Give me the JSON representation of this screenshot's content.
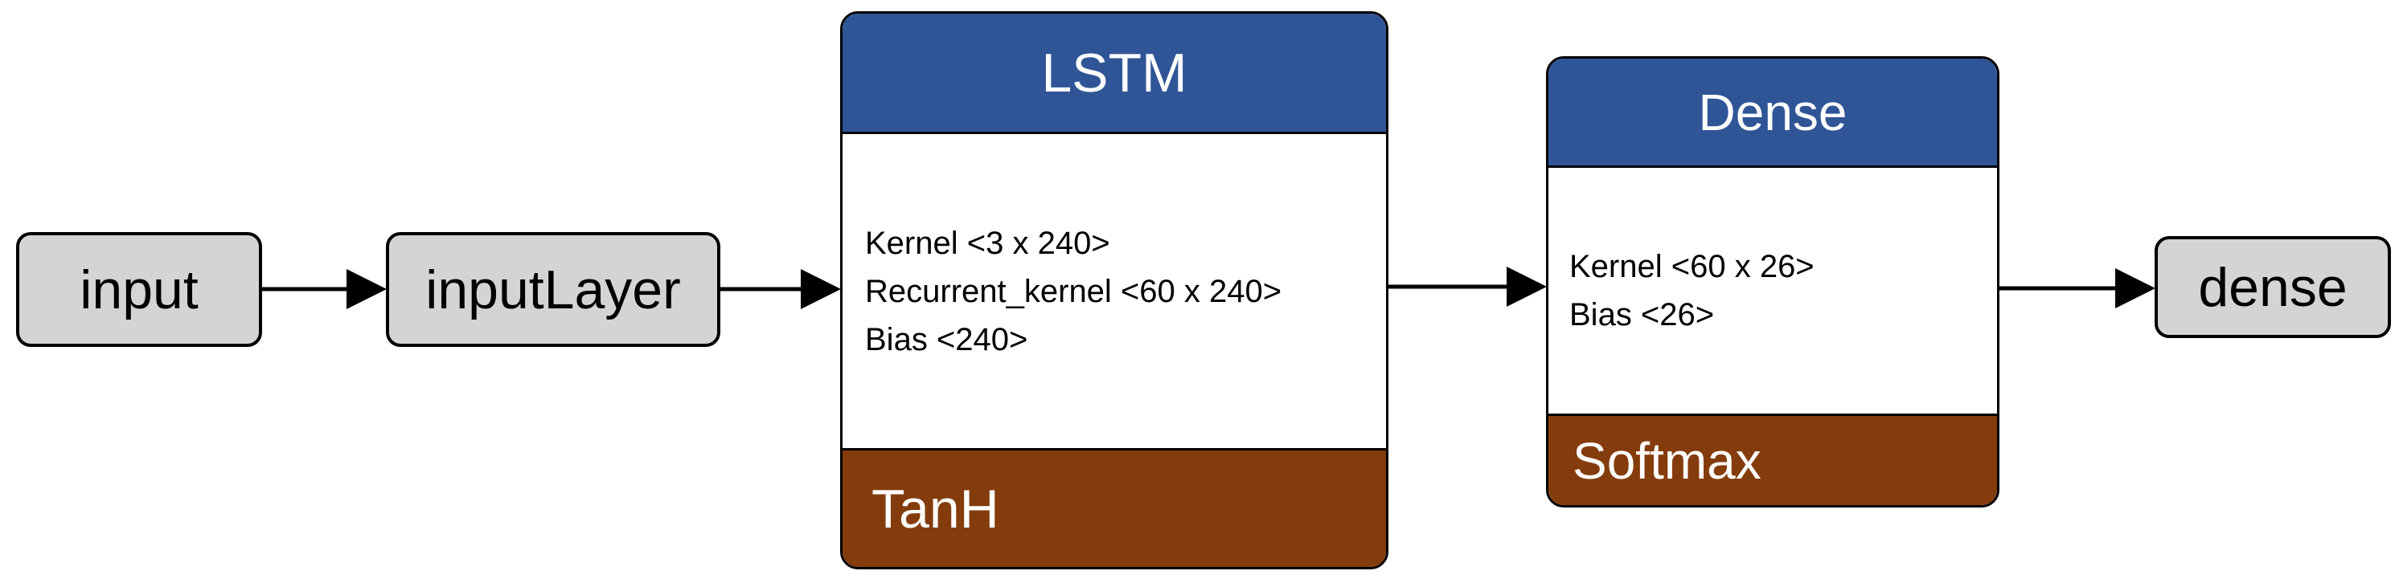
{
  "nodes": {
    "input": "input",
    "input_layer": "inputLayer",
    "dense_output": "dense"
  },
  "lstm": {
    "title": "LSTM",
    "params": [
      "Kernel <3 x 240>",
      "Recurrent_kernel <60 x 240>",
      "Bias <240>"
    ],
    "activation": "TanH"
  },
  "dense_layer": {
    "title": "Dense",
    "params": [
      "Kernel <60 x 26>",
      "Bias <26>"
    ],
    "activation": "Softmax"
  },
  "colors": {
    "header_blue": "#2f5597",
    "activation_brown": "#843c0c",
    "node_gray": "#d4d4d4"
  }
}
